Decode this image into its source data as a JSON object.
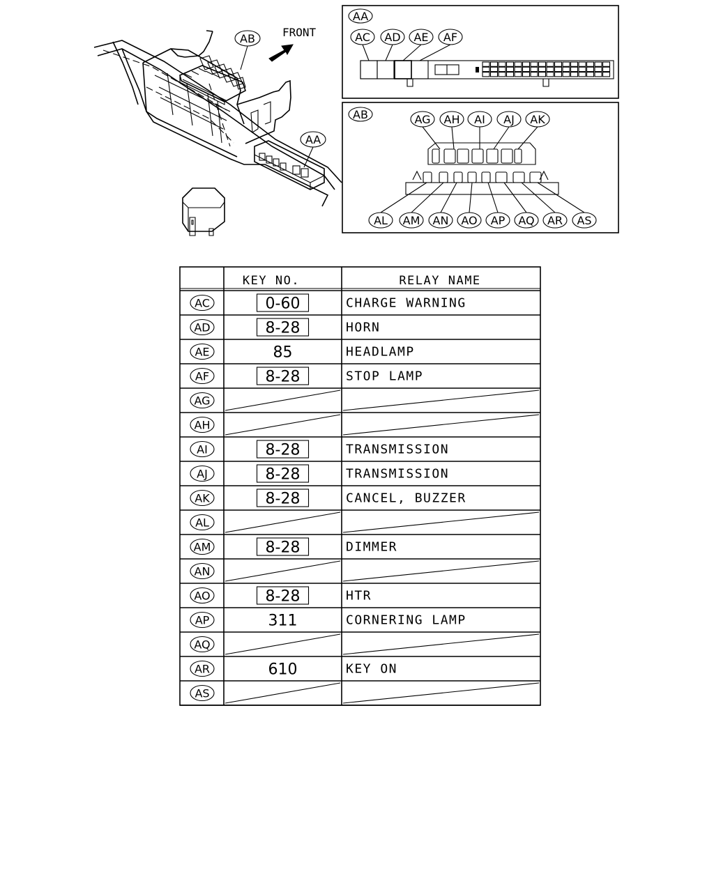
{
  "drawing": {
    "front_label": "FRONT",
    "location_callouts": {
      "fuse_box": "AB",
      "relay_block": "AA"
    }
  },
  "detail_aa": {
    "title": "AA",
    "callouts": [
      "AC",
      "AD",
      "AE",
      "AF"
    ]
  },
  "detail_ab": {
    "title": "AB",
    "top_callouts": [
      "AG",
      "AH",
      "AI",
      "AJ",
      "AK"
    ],
    "bottom_callouts": [
      "AL",
      "AM",
      "AN",
      "AO",
      "AP",
      "AQ",
      "AR",
      "AS"
    ]
  },
  "table": {
    "header_key": "KEY NO.",
    "header_name": "RELAY NAME",
    "rows": [
      {
        "id": "AC",
        "key": "0-60",
        "key_boxed": true,
        "name": "CHARGE WARNING"
      },
      {
        "id": "AD",
        "key": "8-28",
        "key_boxed": true,
        "name": "HORN"
      },
      {
        "id": "AE",
        "key": "85",
        "key_boxed": false,
        "name": "HEADLAMP"
      },
      {
        "id": "AF",
        "key": "8-28",
        "key_boxed": true,
        "name": "STOP LAMP"
      },
      {
        "id": "AG",
        "key": "",
        "key_boxed": false,
        "name": "",
        "blank": true
      },
      {
        "id": "AH",
        "key": "",
        "key_boxed": false,
        "name": "",
        "blank": true
      },
      {
        "id": "AI",
        "key": "8-28",
        "key_boxed": true,
        "name": "TRANSMISSION"
      },
      {
        "id": "AJ",
        "key": "8-28",
        "key_boxed": true,
        "name": "TRANSMISSION"
      },
      {
        "id": "AK",
        "key": "8-28",
        "key_boxed": true,
        "name": "CANCEL, BUZZER"
      },
      {
        "id": "AL",
        "key": "",
        "key_boxed": false,
        "name": "",
        "blank": true
      },
      {
        "id": "AM",
        "key": "8-28",
        "key_boxed": true,
        "name": "DIMMER"
      },
      {
        "id": "AN",
        "key": "",
        "key_boxed": false,
        "name": "",
        "blank": true
      },
      {
        "id": "AO",
        "key": "8-28",
        "key_boxed": true,
        "name": "HTR"
      },
      {
        "id": "AP",
        "key": "311",
        "key_boxed": false,
        "name": "CORNERING LAMP"
      },
      {
        "id": "AQ",
        "key": "",
        "key_boxed": false,
        "name": "",
        "blank": true
      },
      {
        "id": "AR",
        "key": "610",
        "key_boxed": false,
        "name": "KEY ON"
      },
      {
        "id": "AS",
        "key": "",
        "key_boxed": false,
        "name": "",
        "blank": true
      }
    ]
  }
}
